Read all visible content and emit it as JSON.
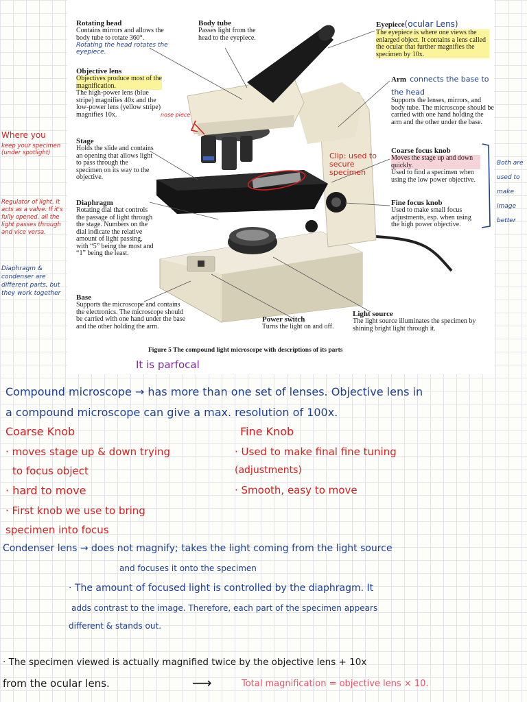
{
  "figure": {
    "rotating_head": {
      "title": "Rotating head",
      "text": "Contains mirrors and allows the body tube to rotate 360°.",
      "note": "Rotating the head rotates the eyepiece."
    },
    "body_tube": {
      "title": "Body tube",
      "text": "Passes light from the head to the eyepiece."
    },
    "eyepiece": {
      "title": "Eyepiece",
      "note": "(ocular Lens)",
      "text": "The eyepiece is where one views the enlarged object. It contains a lens called the ocular that further magnifies the specimen by 10x."
    },
    "objective_lens": {
      "title": "Objective lens",
      "text_hl": "Objectives produce most of the magnification.",
      "text": "The high-power lens (blue stripe) magnifies 40x and the low-power lens (yellow stripe) magnifies 10x.",
      "nose_piece": "nose piece"
    },
    "arm": {
      "title": "Arm",
      "note": "connects the base to the head",
      "text": "Supports the lenses, mirrors, and body tube. The microscope should be carried with one hand holding the arm and the other under the base."
    },
    "stage": {
      "title": "Stage",
      "text": "Holds the slide and contains an opening that allows light to pass through the specimen on its way to the objective.",
      "note_left": "Where you",
      "note_left2": "keep your specimen (under spotlight)"
    },
    "clip": {
      "note": "Clip: used to secure specimen"
    },
    "coarse": {
      "title": "Coarse focus knob",
      "text_hl": "Moves the stage up and down quickly.",
      "text": "Used to find a specimen when using the low power objective."
    },
    "fine": {
      "title": "Fine focus knob",
      "text": "Used to make small focus adjustments, esp. when using the high power objective."
    },
    "both_note": "Both are used to make image better",
    "diaphragm": {
      "title": "Diaphragm",
      "text": "Rotating dial that controls the passage of light through the stage. Numbers on the dial indicate the relative amount of light passing, with “5” being the most and “1” being the least.",
      "note_left": "Regulator of light. It acts as a valve. If it's fully opened, all the light passes through and vice versa.",
      "note_left2": "Diaphragm & condenser are different parts, but they work together"
    },
    "base": {
      "title": "Base",
      "text": "Supports the microscope and contains the electronics. The microscope should be carried with one hand under the base and the other holding the arm."
    },
    "power_switch": {
      "title": "Power switch",
      "text": "Turns the light on and off."
    },
    "light_source": {
      "title": "Light source",
      "text": "The light source illuminates the specimen by shining bright light through it."
    },
    "caption": "Figure 5 The compound light microscope with descriptions of its parts",
    "parfocal": "It is parfocal"
  },
  "notes": {
    "compound_1": "Compound microscope → has more than one set of lenses. Objective lens in",
    "compound_2": "a compound microscope can give a max. resolution of 100x.",
    "coarse_title": "Coarse Knob",
    "coarse_1": "· moves stage up & down trying",
    "coarse_2": "to focus object",
    "coarse_3": "· hard to move",
    "coarse_4": "· First knob we use to bring",
    "coarse_5": "specimen into focus",
    "fine_title": "Fine Knob",
    "fine_1": "· Used to make final fine tuning",
    "fine_2": "(adjustments)",
    "fine_3": "· Smooth, easy to move",
    "condenser_1": "Condenser lens → does not magnify; takes the light coming from the light source",
    "condenser_2": "and focuses it onto the specimen",
    "amount_1": "· The amount of focused light is controlled by the diaphragm. It",
    "amount_2": "adds contrast to the image. Therefore, each part of the specimen appears",
    "amount_3": "different & stands out.",
    "mag_1": "· The specimen viewed is actually magnified twice by the objective lens + 10x",
    "mag_2": "from the ocular lens.",
    "mag_arrow": "⟶",
    "mag_total": "Total magnification = objective lens × 10."
  },
  "colors": {
    "blue_ink": "#1c3f94",
    "red_ink": "#d81e1e",
    "purple_ink": "#7a2c9e",
    "pink_ink": "#ee4f68",
    "highlight": "#fbf49a"
  }
}
